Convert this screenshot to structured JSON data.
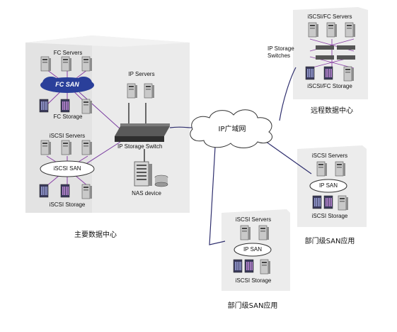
{
  "main_datacenter": {
    "caption": "主要数据中心",
    "fc_servers_label": "FC Servers",
    "fc_san_label": "FC SAN",
    "fc_storage_label": "FC Storage",
    "ip_servers_label": "IP Servers",
    "ip_storage_switch_label": "IP Storage Switch",
    "iscsi_servers_label": "iSCSI Servers",
    "iscsi_san_label": "iSCSI SAN",
    "iscsi_storage_label": "iSCSI Storage",
    "nas_label": "NAS device"
  },
  "wan": {
    "label": "IP广域网"
  },
  "remote_datacenter": {
    "caption": "远程数据中心",
    "servers_label": "iSCSI/FC Servers",
    "switches_label_line1": "IP Storage",
    "switches_label_line2": "Switches",
    "storage_label": "iSCSI/FC Storage"
  },
  "dept_right": {
    "caption": "部门级SAN应用",
    "servers_label": "iSCSI Servers",
    "san_label": "IP SAN",
    "storage_label": "iSCSI Storage"
  },
  "dept_bottom": {
    "caption": "部门级SAN应用",
    "servers_label": "iSCSI Servers",
    "san_label": "IP SAN",
    "storage_label": "iSCSI Storage"
  },
  "colors": {
    "building": "#e9e9e9",
    "building_edge": "#bdbdbd",
    "fc_san": "#2a3f9a",
    "link_purple": "#8a3fa6",
    "link_dark": "#1a1a1a",
    "wan_line": "#2f2f6e"
  }
}
